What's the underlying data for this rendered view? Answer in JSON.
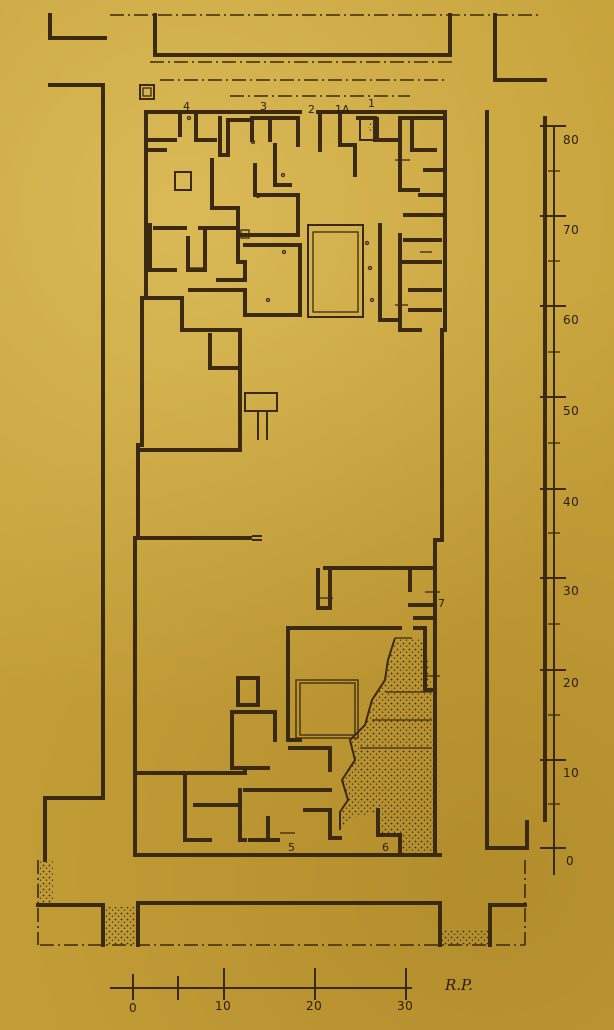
{
  "plan": {
    "room_labels": [
      "4",
      "3",
      "2",
      "1A",
      "1",
      "7",
      "5",
      "6"
    ],
    "vertical_scale_labels": [
      "80",
      "70",
      "60",
      "50",
      "40",
      "30",
      "20",
      "10",
      "0"
    ],
    "horizontal_scale_labels": [
      "0",
      "10",
      "20",
      "30"
    ],
    "credit": "R.P."
  }
}
